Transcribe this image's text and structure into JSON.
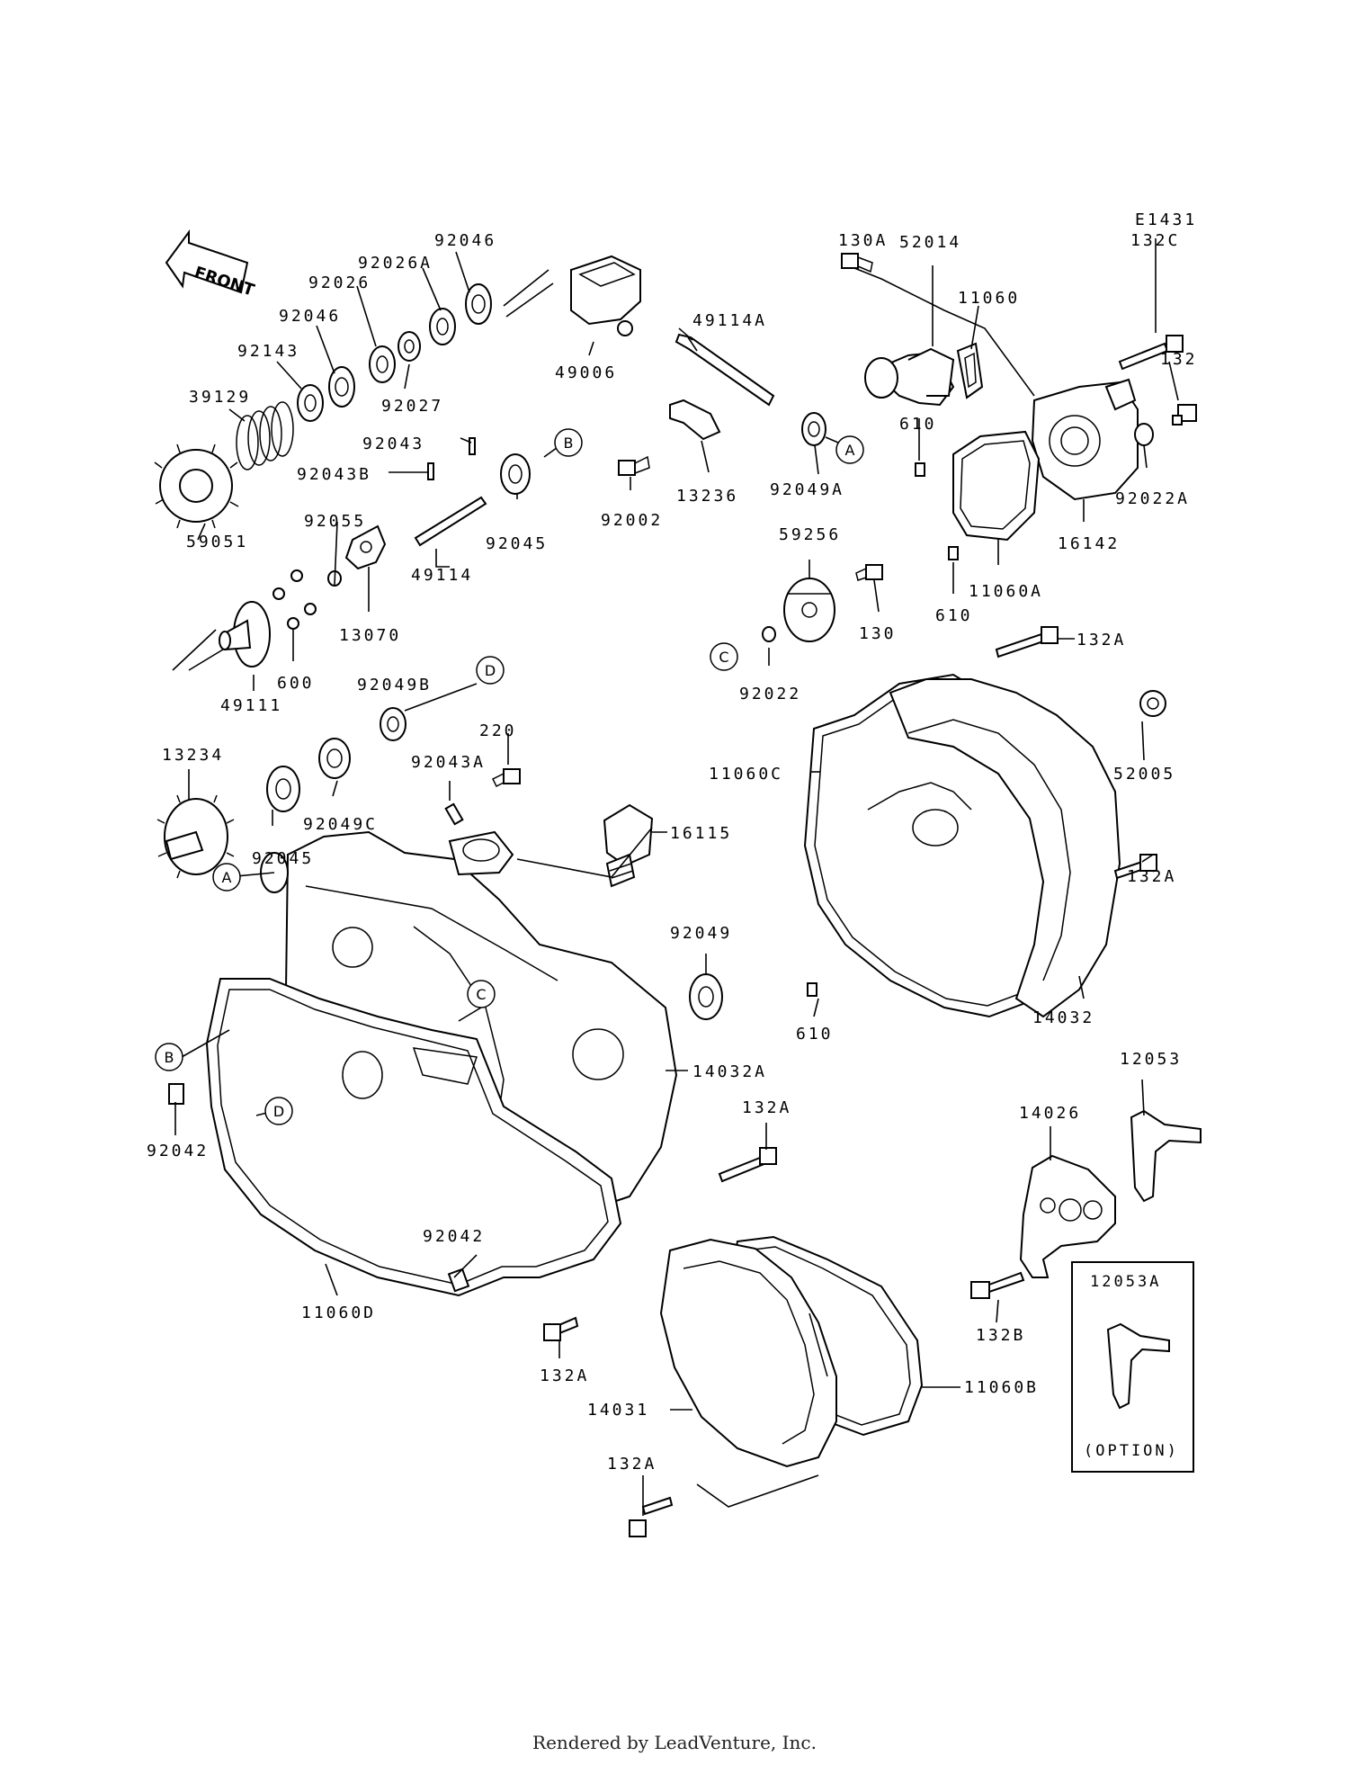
{
  "diagram_code": "E1431",
  "front_label": "FRONT",
  "option_box": {
    "code": "12053A",
    "label": "(OPTION)"
  },
  "footer": "Rendered by LeadVenture, Inc.",
  "callouts": [
    "A",
    "B",
    "C",
    "D"
  ],
  "part_labels": {
    "p92046a": "92046",
    "p92026A": "92026A",
    "p92026": "92026",
    "p92046b": "92046",
    "p92143": "92143",
    "p39129": "39129",
    "p59051": "59051",
    "p92027": "92027",
    "p92043": "92043",
    "p92043B": "92043B",
    "p49006": "49006",
    "p49114A": "49114A",
    "p92045a": "92045",
    "p92002": "92002",
    "p13236": "13236",
    "p92049A": "92049A",
    "p130A": "130A",
    "p52014": "52014",
    "p11060": "11060",
    "p132C": "132C",
    "p132": "132",
    "p610a": "610",
    "p92022A": "92022A",
    "p16142": "16142",
    "p11060A": "11060A",
    "p610b": "610",
    "p92055": "92055",
    "p13070": "13070",
    "p49114": "49114",
    "p59256": "59256",
    "p130": "130",
    "p49111": "49111",
    "p600": "600",
    "p92022": "92022",
    "p132Aa": "132A",
    "p92049B": "92049B",
    "p220": "220",
    "p13234": "13234",
    "p92043A": "92043A",
    "p11060C": "11060C",
    "p52005": "52005",
    "p92045b": "92045",
    "p92049C": "92049C",
    "p16115": "16115",
    "p132Ab": "132A",
    "p92049": "92049",
    "p610c": "610",
    "p14032": "14032",
    "p14032A": "14032A",
    "p92042a": "92042",
    "p12053": "12053",
    "p14026": "14026",
    "p132Ac": "132A",
    "p92042b": "92042",
    "p132B": "132B",
    "p11060D": "11060D",
    "p132Ad": "132A",
    "p11060B": "11060B",
    "p14031": "14031",
    "p132Ae": "132A"
  }
}
